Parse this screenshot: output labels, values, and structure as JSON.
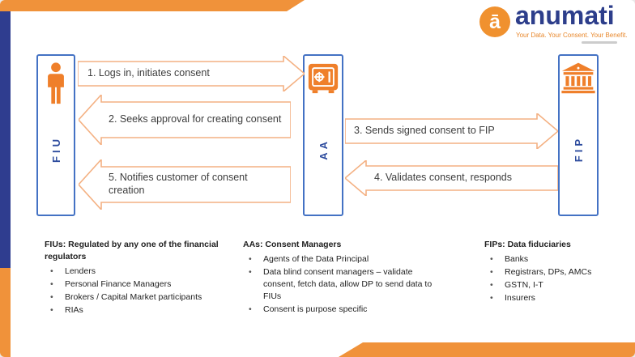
{
  "brand": {
    "logo_monogram": "ā",
    "logo_text": "anumati",
    "tagline": "Your Data. Your Consent. Your Benefit.",
    "colors": {
      "orange": "#F0923A",
      "navy_bar": "#2F3D8F",
      "box_border_blue": "#4472C4",
      "entity_label_blue": "#2E4C9E",
      "arrow_outline": "#F4B183",
      "logo_navy": "#2D3E8B"
    }
  },
  "entities": {
    "fiu": {
      "label": "FIU",
      "icon": "person-icon"
    },
    "aa": {
      "label": "AA",
      "icon": "safe-icon"
    },
    "fip": {
      "label": "FIP",
      "icon": "bank-icon"
    }
  },
  "flows": {
    "f1": {
      "text": "1. Logs in, initiates consent",
      "from": "FIU",
      "to": "AA",
      "direction": "right"
    },
    "f2": {
      "text": "2. Seeks approval for creating consent",
      "from": "AA",
      "to": "FIU",
      "direction": "left"
    },
    "f3": {
      "text": "3. Sends signed consent to FIP",
      "from": "AA",
      "to": "FIP",
      "direction": "right"
    },
    "f4": {
      "text": "4. Validates consent, responds",
      "from": "FIP",
      "to": "AA",
      "direction": "left"
    },
    "f5": {
      "text": "5. Notifies customer of consent creation",
      "from": "AA",
      "to": "FIU",
      "direction": "left"
    }
  },
  "legend": {
    "fiu": {
      "heading": "FIUs: Regulated by any one of the financial regulators",
      "items": [
        "Lenders",
        "Personal Finance Managers",
        "Brokers / Capital Market participants",
        "RIAs"
      ]
    },
    "aa": {
      "heading": "AAs: Consent Managers",
      "items": [
        "Agents of the Data Principal",
        "Data blind consent managers – validate consent, fetch data, allow DP to send data to FIUs",
        "Consent is purpose specific"
      ]
    },
    "fip": {
      "heading": "FIPs: Data fiduciaries",
      "items": [
        "Banks",
        "Registrars, DPs, AMCs",
        "GSTN, I-T",
        "Insurers"
      ]
    }
  }
}
